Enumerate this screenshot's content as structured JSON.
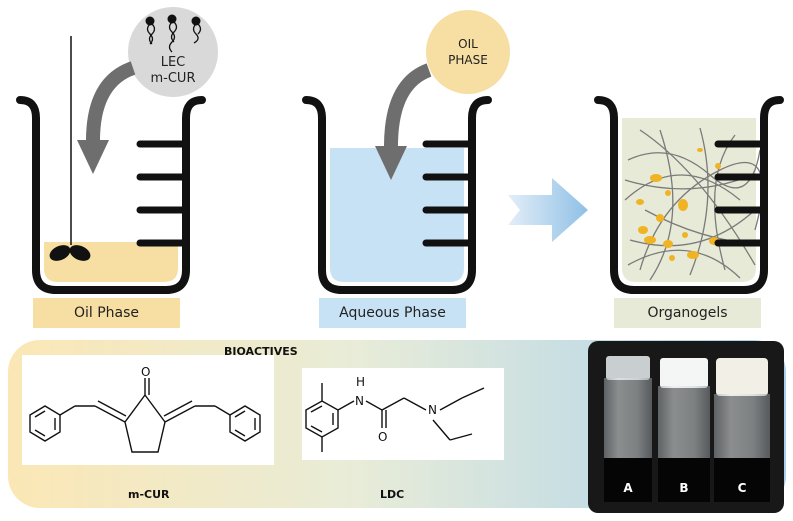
{
  "colors": {
    "oil": "#f7dfa3",
    "aqueous": "#c8e2f5",
    "organogel": "#e6ead6",
    "beaker": "#111111",
    "arrow_gray": "#6e6e6e",
    "bubble_gray": "#d9d9d9",
    "bubble_yellow": "#f7dfa3",
    "droplet": "#f0b323"
  },
  "steps": {
    "oil_label": "Oil Phase",
    "aqueous_label": "Aqueous Phase",
    "organogel_label": "Organogels"
  },
  "bubble_lec": {
    "line1": "LEC",
    "line2": "m-CUR"
  },
  "bubble_oil": {
    "line1": "OIL",
    "line2": "PHASE"
  },
  "bioactives": {
    "title": "BIOACTIVES",
    "mol1_name": "m-CUR",
    "mol1_atoms": [
      "O"
    ],
    "mol2_name": "LDC",
    "mol2_atoms": [
      "H",
      "N",
      "N",
      "O"
    ]
  },
  "vials": [
    "A",
    "B",
    "C"
  ]
}
